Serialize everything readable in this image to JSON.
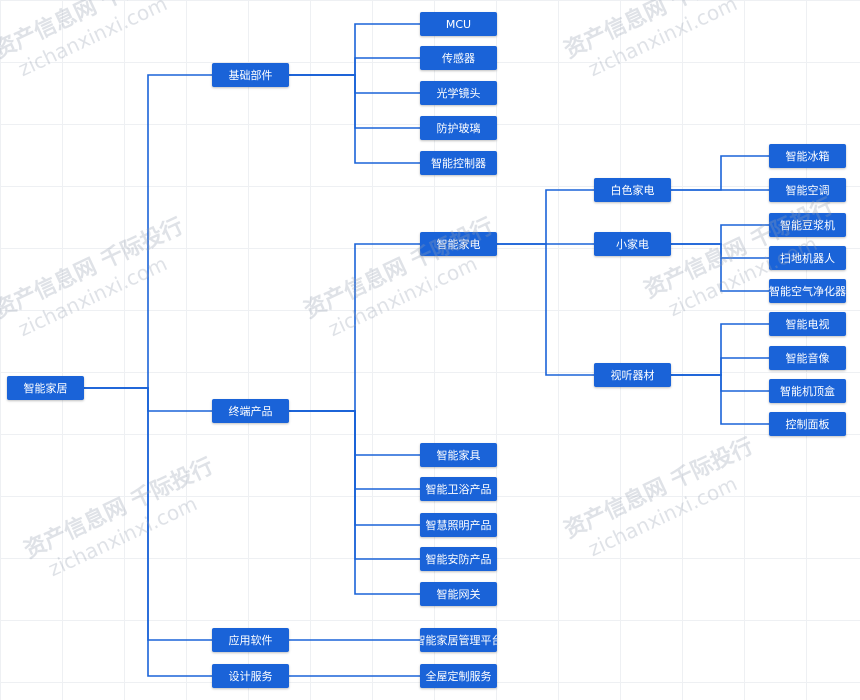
{
  "colors": {
    "node": "#1a63d8",
    "line": "#1a63d8"
  },
  "watermark": {
    "cn": "资产信息网 千际投行",
    "en": "zichanxinxi.com"
  },
  "nodes": {
    "root": "智能家居",
    "basic": "基础部件",
    "terminal": "终端产品",
    "software": "应用软件",
    "design": "设计服务",
    "mcu": "MCU",
    "sensor": "传感器",
    "lens": "光学镜头",
    "glass": "防护玻璃",
    "controller": "智能控制器",
    "appliance": "智能家电",
    "furniture": "智能家具",
    "bath": "智能卫浴产品",
    "lighting": "智慧照明产品",
    "security": "智能安防产品",
    "gateway": "智能网关",
    "platform": "智能家居管理平台",
    "custom": "全屋定制服务",
    "white": "白色家电",
    "small": "小家电",
    "av": "视听器材",
    "fridge": "智能冰箱",
    "ac": "智能空调",
    "soymilk": "智能豆浆机",
    "robot": "扫地机器人",
    "purifier": "智能空气净化器",
    "tv": "智能电视",
    "speaker": "智能音像",
    "stb": "智能机顶盒",
    "panel": "控制面板"
  }
}
